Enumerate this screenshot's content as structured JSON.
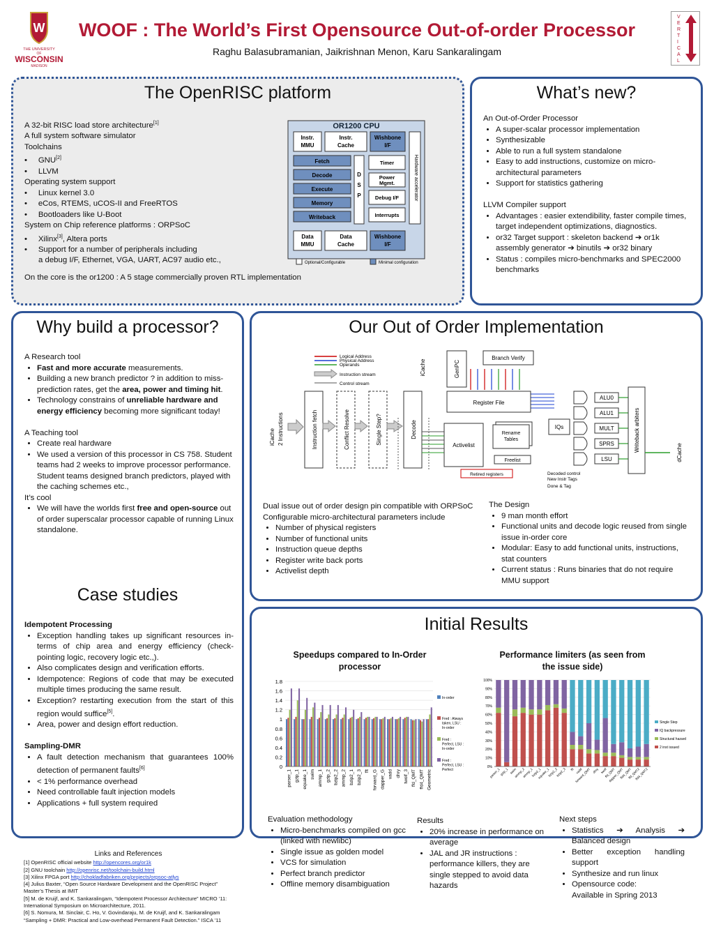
{
  "header": {
    "title": "WOOF : The World’s First Opensource Out-of-order Processor",
    "authors": "Raghu Balasubramanian, Jaikrishnan Menon, Karu Sankaralingam",
    "logo_text": [
      "THE UNIVERSITY",
      "OF",
      "WISCONSIN",
      "MADISON"
    ],
    "vertical_letters": [
      "V",
      "E",
      "R",
      "T",
      "I",
      "C",
      "A",
      "L"
    ]
  },
  "openrisc": {
    "title": "The OpenRISC platform",
    "items": [
      {
        "text": "A 32-bit RISC  load store architecture",
        "sup": "[1]",
        "bullet": false
      },
      {
        "text": "A full system software simulator",
        "bullet": false
      },
      {
        "text": "Toolchains",
        "bullet": false
      },
      {
        "text": "GNU",
        "sup": "[2]",
        "bullet": true
      },
      {
        "text": "LLVM",
        "bullet": true
      },
      {
        "text": "Operating system support",
        "bullet": false
      },
      {
        "text": "Linux kernel 3.0",
        "bullet": true
      },
      {
        "text": "eCos, RTEMS, uCOS-II and FreeRTOS",
        "bullet": true
      },
      {
        "text": "Bootloaders like U-Boot",
        "bullet": true
      },
      {
        "text": "System on Chip reference platforms : ORPSoC",
        "bullet": false
      },
      {
        "text": "Xilinx",
        "sup": "[3]",
        "after": ", Altera ports",
        "bullet": true
      },
      {
        "text": "Support for a number of peripherals including",
        "bullet": true
      },
      {
        "text": "a debug I/F, Ethernet, VGA, UART, AC97 audio etc.,",
        "bullet": false,
        "indent": true
      }
    ],
    "footer": "On the core is the or1200 : A 5 stage commercially proven RTL implementation",
    "cpu": {
      "title": "OR1200 CPU",
      "instr_mmu": [
        "Instr.",
        "MMU"
      ],
      "instr_cache": [
        "Instr.",
        "Cache"
      ],
      "wishbone_top": [
        "Wishbone",
        "I/F"
      ],
      "stages": [
        "Fetch",
        "Decode",
        "Execute",
        "Memory",
        "Writeback"
      ],
      "dsp": [
        "D",
        "S",
        "P"
      ],
      "side": [
        [
          "Timer"
        ],
        [
          "Power",
          "Mgmt."
        ],
        [
          "Debug I/F"
        ],
        [
          "Interrupts"
        ]
      ],
      "hw_accel": "Hardware accelerator",
      "data_mmu": [
        "Data",
        "MMU"
      ],
      "data_cache": [
        "Data",
        "Cache"
      ],
      "wishbone_bottom": [
        "Wishbone",
        "I/F"
      ],
      "legend_optional": "Optional/Configurable",
      "legend_minimal": "Minimal configuration"
    }
  },
  "whatsnew": {
    "title": "What’s new?",
    "heading1": "An Out-of-Order Processor",
    "list1": [
      "A super-scalar processor implementation",
      "Synthesizable",
      "Able to run a full system standalone",
      "Easy to add instructions, customize on micro-architectural parameters",
      "Support for statistics gathering"
    ],
    "heading2": "LLVM Compiler support",
    "list2": [
      "Advantages : easier extendibility, faster compile times, target independent optimizations, diagnostics.",
      "or32 Target support : skeleton backend ➔ or1k assembly generator ➔ binutils ➔ or32 binary",
      "Status : compiles micro-benchmarks and SPEC2000 benchmarks"
    ]
  },
  "why": {
    "title": "Why build a processor?",
    "h1": "A Research tool",
    "l1": [
      {
        "pre": "",
        "b": "Fast and more accurate",
        "post": " measurements."
      },
      {
        "pre": "Building a new branch predictor ? in addition to miss-prediction rates, get the ",
        "b": "area, power and timing hit",
        "post": "."
      },
      {
        "pre": "Technology constrains of ",
        "b": "unreliable hardware and energy efficiency",
        "post": " becoming more significant today!"
      }
    ],
    "h2": "A Teaching tool",
    "l2": [
      "Create real hardware",
      "We used a version of this processor in CS 758. Student teams had 2 weeks to improve processor performance. Student teams designed branch predictors, played with the caching schemes etc.,"
    ],
    "h3": "It’s cool",
    "l3": [
      {
        "pre": "We will have the worlds first ",
        "b": "free and open-source",
        "post": " out of order superscalar processor capable of running Linux standalone."
      }
    ]
  },
  "case": {
    "title": "Case studies",
    "h1": "Idempotent Processing",
    "l1": [
      "Exception handling takes up significant resources in-terms of chip area and energy efficiency (check-pointing logic, recovery logic etc.,).",
      "Also complicates design and verification efforts.",
      "Idempotence: Regions of code that may be executed multiple times producing the same result.",
      "Exception? restarting execution from the start of this region would suffice",
      "Area, power and design effort reduction."
    ],
    "sup5": "[5]",
    "h2": "Sampling-DMR",
    "l2": [
      "A fault detection mechanism that guarantees 100% detection of permanent faults",
      "< 1% performance overhead",
      "Need controllable fault injection models",
      "Applications + full system required"
    ],
    "sup6": "[6]"
  },
  "ooo": {
    "title": "Our Out of Order Implementation",
    "diagram": {
      "legend": [
        "Logical Address",
        "Physical Address",
        "Operands",
        "Instruction stream",
        "Control stream"
      ],
      "icache_left": [
        "iCache",
        "2 Instructions"
      ],
      "stages": [
        "Instruction fetch",
        "Conflict Resolve",
        "Single Step?",
        "Decode"
      ],
      "genpc": "GenPC",
      "icache_top": "iCache",
      "branch_verify": "Branch Verify",
      "register_file": "Register File",
      "activelist": "Activelist",
      "rename": [
        "Rename",
        "Tables"
      ],
      "iqs": "IQs",
      "freelist": "Freelist",
      "retired": "Retired registers",
      "alus": [
        "ALU0",
        "ALU1",
        "MULT",
        "SPRS",
        "LSU"
      ],
      "writeback": "Writeback arbiters",
      "dcache": "dCache",
      "decoded": [
        "Decoded control",
        "New Instr Tags",
        "Done & Tag"
      ]
    },
    "desc1": "Dual issue out of order design pin compatible with ORPSoC",
    "desc2": "Configurable micro-architectural parameters include",
    "params": [
      "Number of physical registers",
      "Number of functional units",
      "Instruction queue depths",
      "Register write back ports",
      "Activelist depth"
    ],
    "design_h": "The Design",
    "design": [
      "9 man month effort",
      "Functional units and decode logic reused from single issue in-order core",
      "Modular: Easy to add functional units, instructions, stat counters",
      "Current status : Runs binaries that do not require MMU support"
    ]
  },
  "results": {
    "title": "Initial Results",
    "eval_h": "Evaluation methodology",
    "eval": [
      "Micro-benchmarks compiled on gcc (linked with newlibc)",
      "Single issue as golden model",
      "VCS for simulation",
      "Perfect branch predictor",
      "Offline memory disambiguation"
    ],
    "res_h": "Results",
    "res": [
      "20% increase in performance on average",
      "JAL and JR instructions : performance killers, they are single stepped to avoid data hazards"
    ],
    "next_h": "Next steps",
    "next": [
      "Statistics ➔ Analysis ➔ Balanced design",
      "Better exception handling support",
      "Synthesize and run linux",
      "Opensource code:"
    ],
    "next_tail": "Available in Spring 2013"
  },
  "chart_data": [
    {
      "type": "bar",
      "title": "Speedups compared to In-Order processor",
      "categories": [
        "parser_1",
        "gzip_1",
        "equake_1",
        "swim",
        "ammp_1",
        "gzip_2",
        "bzip2_2",
        "ammp_2",
        "bzip2_1",
        "bzip2_3",
        "fft",
        "forward_G",
        "dapper_G",
        "vadd",
        "dhry",
        "twolf_3",
        "ffd_QMT",
        "ffd4_QMT",
        "Geometric"
      ],
      "ylim": [
        0,
        1.8
      ],
      "yticks": [
        "0",
        "0.2",
        "0.4",
        "0.6",
        "0.8",
        "1",
        "1.2",
        "1.4",
        "1.6",
        "1.8"
      ],
      "series": [
        {
          "name": "In-order",
          "color": "#4f81bd",
          "values": [
            1,
            1,
            1,
            1,
            1,
            1,
            1,
            1,
            1,
            1,
            1,
            1,
            1,
            1,
            1,
            1,
            1,
            1,
            1
          ]
        },
        {
          "name": "Fred : Always taken, LSU : In-order",
          "color": "#c0504d",
          "values": [
            1.03,
            1.05,
            1.0,
            1.05,
            1.03,
            1.02,
            1.02,
            1.03,
            1.03,
            1.02,
            1.03,
            1.02,
            1.0,
            1.0,
            1.0,
            1.03,
            0.98,
            0.98,
            1.0
          ]
        },
        {
          "name": "Fred : Perfect, LSU : In-order",
          "color": "#9bbb59",
          "values": [
            1.2,
            1.4,
            1.2,
            1.25,
            1.15,
            1.1,
            1.1,
            1.1,
            1.05,
            1.05,
            1.05,
            1.05,
            1.02,
            1.02,
            1.02,
            1.05,
            0.98,
            0.95,
            1.1
          ]
        },
        {
          "name": "Fred : Perfect, LSU : Perfect",
          "color": "#8064a2",
          "values": [
            1.65,
            1.65,
            1.45,
            1.35,
            1.3,
            1.3,
            1.3,
            1.25,
            1.2,
            1.15,
            1.05,
            1.05,
            1.05,
            1.05,
            1.05,
            1.05,
            1.0,
            1.0,
            1.25
          ]
        }
      ]
    },
    {
      "type": "bar",
      "stacked": true,
      "title": "Performance limiters (as seen from the issue side)",
      "categories": [
        "parser_1",
        "gzip_1",
        "swim",
        "ammp_2",
        "ammp_1",
        "bzip2_1",
        "equake_1",
        "bzip2_2",
        "bzip2_3",
        "fft",
        "vadd",
        "forward_QMT",
        "dhry",
        "twolf",
        "ffd_QMT",
        "dapper_QMT",
        "ffd4_QMT",
        "ffd_QMT2",
        "ffd4_QMT2"
      ],
      "yticks": [
        "0%",
        "10%",
        "20%",
        "30%",
        "40%",
        "50%",
        "60%",
        "70%",
        "80%",
        "90%",
        "100%"
      ],
      "series": [
        {
          "name": "2 inst issued",
          "color": "#c0504d",
          "values": [
            62,
            5,
            58,
            62,
            60,
            60,
            65,
            68,
            62,
            20,
            20,
            15,
            15,
            12,
            12,
            10,
            8,
            8,
            8
          ]
        },
        {
          "name": "Structural hazard",
          "color": "#9bbb59",
          "values": [
            6,
            0,
            8,
            6,
            6,
            6,
            6,
            4,
            5,
            5,
            5,
            5,
            4,
            4,
            4,
            3,
            3,
            3,
            3
          ]
        },
        {
          "name": "IQ backpressure",
          "color": "#8064a2",
          "values": [
            32,
            95,
            34,
            32,
            34,
            34,
            29,
            28,
            33,
            15,
            10,
            30,
            12,
            40,
            10,
            15,
            10,
            12,
            15
          ]
        },
        {
          "name": "Single Step",
          "color": "#4bacc6",
          "values": [
            0,
            0,
            0,
            0,
            0,
            0,
            0,
            0,
            0,
            60,
            65,
            50,
            69,
            44,
            74,
            72,
            79,
            77,
            74
          ]
        }
      ]
    }
  ],
  "refs": {
    "title": "Links and References",
    "r1": "[1] OpenRISC official website ",
    "r1_link": "http://opencores.org/or1k",
    "r2": "[2] GNU toolchain ",
    "r2_link": "http://openrisc.net/toolchain-build.html",
    "r3": "[3]  Xilinx FPGA port ",
    "r3_link": "http://chokladfabriken.org/projects/orpsoc-atlys",
    "r4": "[4] Julius Baxter, “Open Source Hardware Development and the OpenRISC Project” Master’s Thesis at IMIT",
    "r5": "[5] M. de Kruijf, and K. Sankaralingam, “Idempotent Processor Architecture” MICRO ’11: International Symposium on Microarchitecture, 2011.",
    "r6": "[6] S. Nomura, M. Sinclair, C. Ho, V. Govindaraju, M. de Kruijf, and K. Sankaralingam  “Sampling + DMR: Practical and Low-overhead Permanent Fault Detection.” ISCA ’11"
  }
}
